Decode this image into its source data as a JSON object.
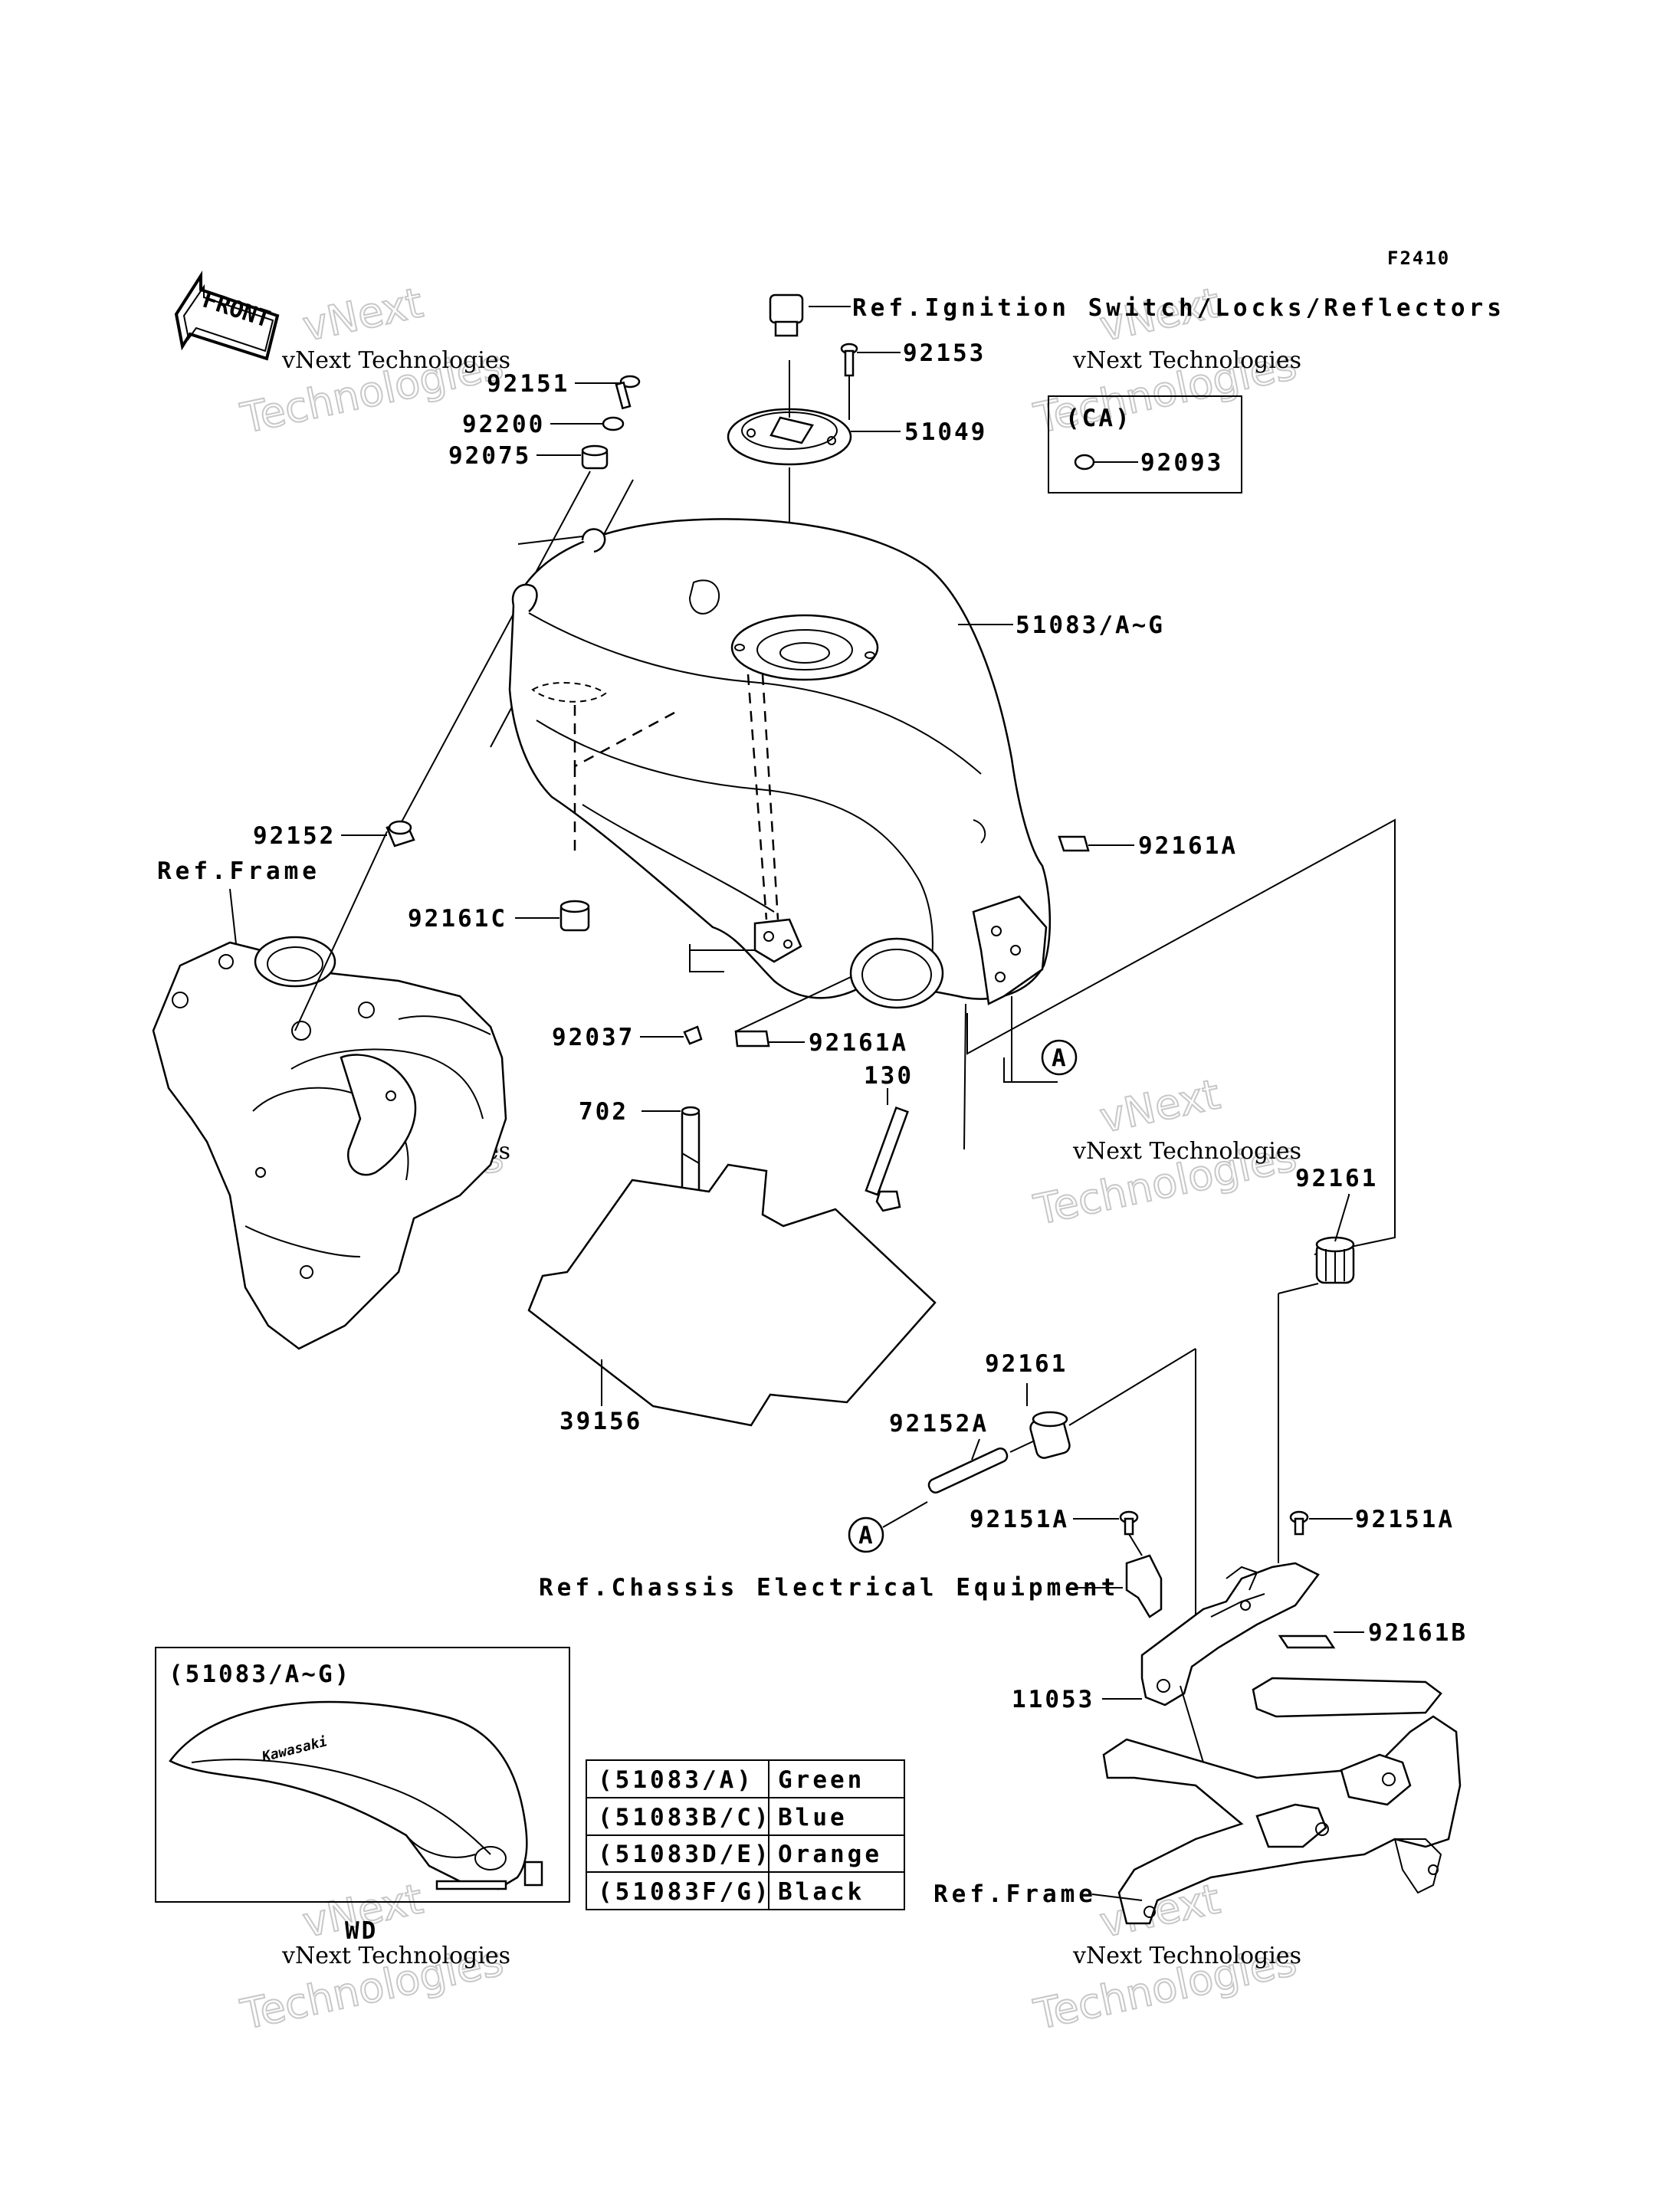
{
  "diagram": {
    "code": "F2410",
    "front_label": "FRONT",
    "refs": {
      "ignition": "Ref.Ignition Switch/Locks/Reflectors",
      "frame_left": "Ref.Frame",
      "chassis": "Ref.Chassis Electrical Equipment",
      "frame_right": "Ref.Frame"
    },
    "callout_a": "A",
    "ca_box": {
      "title": "(CA)",
      "part": "92093"
    },
    "parts": {
      "p92151": "92151",
      "p92200": "92200",
      "p92075": "92075",
      "p92153": "92153",
      "p51049": "51049",
      "p51083": "51083/A~G",
      "p92152": "92152",
      "p92161C": "92161C",
      "p92161A_top": "92161A",
      "p92037": "92037",
      "p92161A_mid": "92161A",
      "p130": "130",
      "p702": "702",
      "p92161_right": "92161",
      "p39156": "39156",
      "p92161_mid": "92161",
      "p92152A": "92152A",
      "p92151A_left": "92151A",
      "p92151A_right": "92151A",
      "p92161B": "92161B",
      "p11053": "11053"
    },
    "inset": {
      "title": "(51083/A~G)",
      "tank_brand": "Kawasaki",
      "bottom_label": "WD"
    },
    "color_table": [
      {
        "part": "(51083/A)",
        "color": "Green"
      },
      {
        "part": "(51083B/C)",
        "color": "Blue"
      },
      {
        "part": "(51083D/E)",
        "color": "Orange"
      },
      {
        "part": "(51083F/G)",
        "color": "Black"
      }
    ],
    "watermark": {
      "line1": "vNext Technologies",
      "line2": "vNext",
      "line3": "Technologies"
    }
  }
}
